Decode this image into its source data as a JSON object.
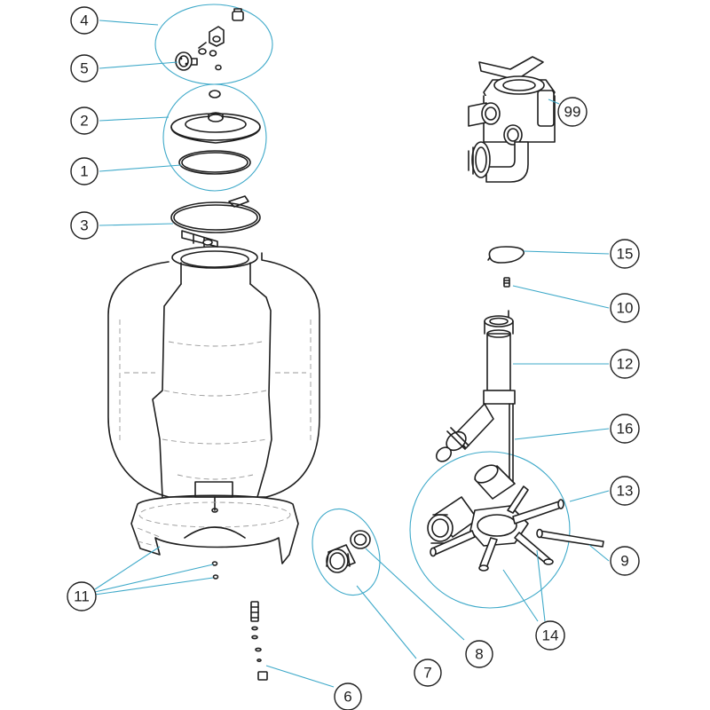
{
  "callouts": [
    {
      "id": "c4",
      "label": "4"
    },
    {
      "id": "c5",
      "label": "5"
    },
    {
      "id": "c2",
      "label": "2"
    },
    {
      "id": "c1",
      "label": "1"
    },
    {
      "id": "c3",
      "label": "3"
    },
    {
      "id": "c99",
      "label": "99"
    },
    {
      "id": "c15",
      "label": "15"
    },
    {
      "id": "c10",
      "label": "10"
    },
    {
      "id": "c12",
      "label": "12"
    },
    {
      "id": "c16",
      "label": "16"
    },
    {
      "id": "c13",
      "label": "13"
    },
    {
      "id": "c9",
      "label": "9"
    },
    {
      "id": "c14",
      "label": "14"
    },
    {
      "id": "c11",
      "label": "11"
    },
    {
      "id": "c8",
      "label": "8"
    },
    {
      "id": "c7",
      "label": "7"
    },
    {
      "id": "c6",
      "label": "6"
    }
  ],
  "colors": {
    "leader": "#3ea9c9",
    "linework": "#1e1e1e",
    "hidden_line": "#9a9a9a"
  }
}
